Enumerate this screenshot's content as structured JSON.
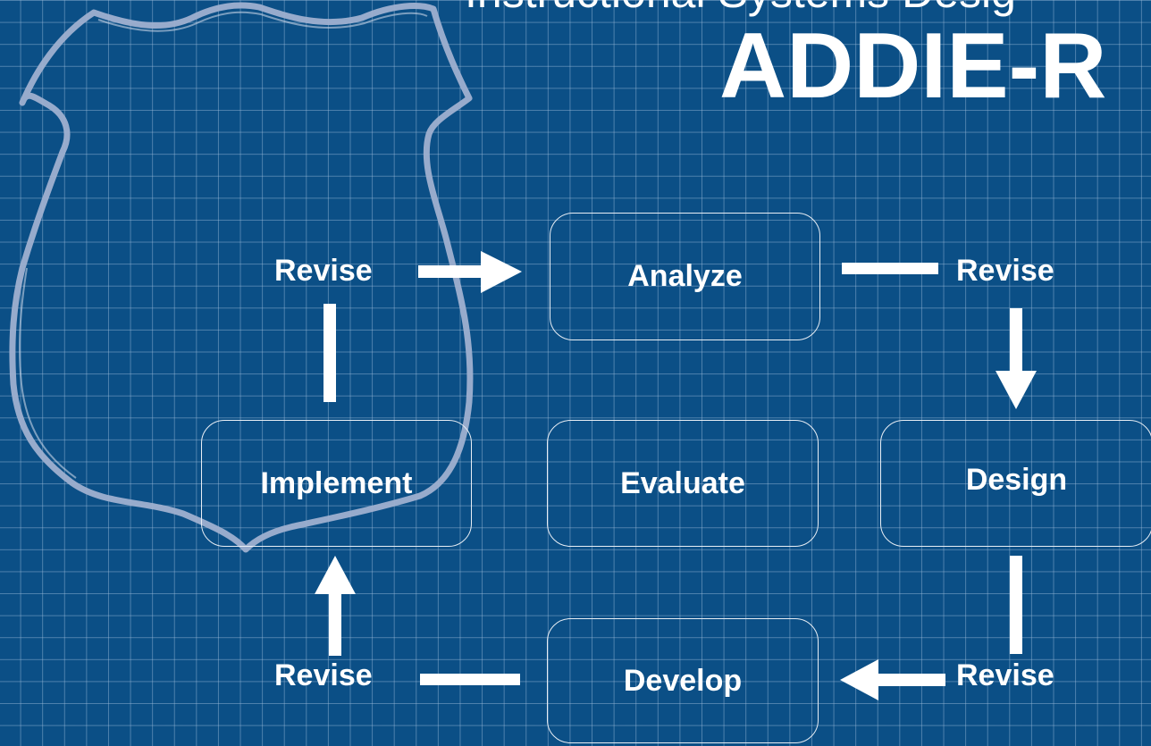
{
  "header": {
    "subtitle": "Instructional Systems Desig",
    "title": "ADDIE-R"
  },
  "phases": {
    "analyze": "Analyze",
    "design": "Design",
    "develop": "Develop",
    "implement": "Implement",
    "evaluate": "Evaluate"
  },
  "revise_labels": {
    "top_left": "Revise",
    "top_right": "Revise",
    "bottom_right": "Revise",
    "bottom_left": "Revise"
  },
  "colors": {
    "background": "#0b4f86",
    "grid": "#a0bedc",
    "foreground": "#ffffff",
    "shield": "#9fb0d0"
  },
  "icons": [
    "shield-outline-icon",
    "arrow-right-icon",
    "arrow-down-icon",
    "arrow-left-icon",
    "arrow-up-icon"
  ]
}
